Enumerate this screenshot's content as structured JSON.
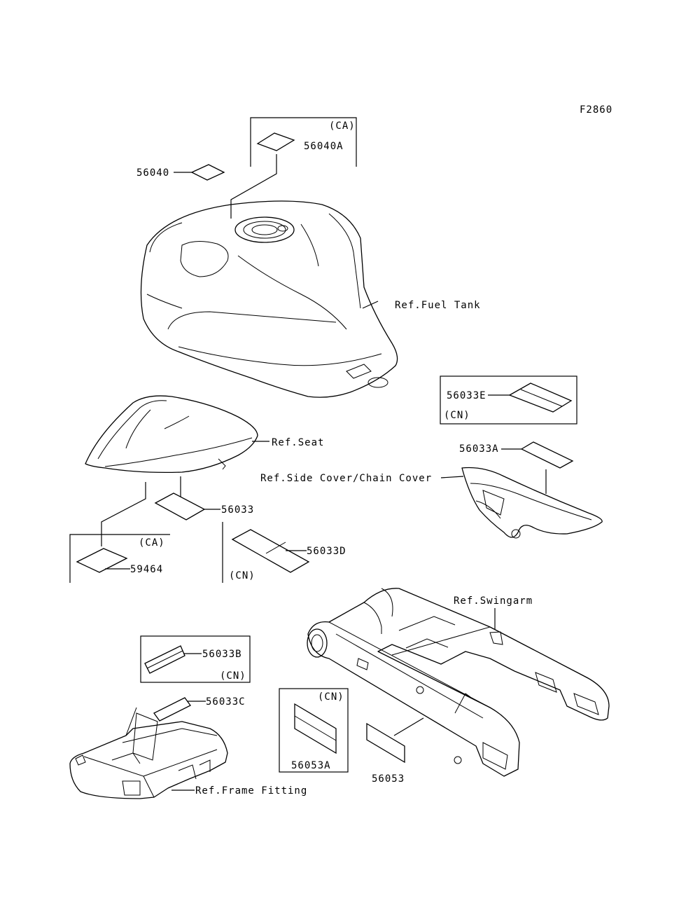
{
  "figure_code": "F2860",
  "labels": {
    "ca_top": "(CA)",
    "p56040A": "56040A",
    "p56040": "56040",
    "ref_fuel_tank": "Ref.Fuel Tank",
    "p56033E": "56033E",
    "cn_e": "(CN)",
    "p56033A": "56033A",
    "ref_seat": "Ref.Seat",
    "ref_side_cover": "Ref.Side Cover/Chain Cover",
    "p56033": "56033",
    "ca_left": "(CA)",
    "p59464": "59464",
    "p56033D": "56033D",
    "cn_d": "(CN)",
    "ref_swingarm": "Ref.Swingarm",
    "p56033B": "56033B",
    "cn_b": "(CN)",
    "p56033C": "56033C",
    "cn_53": "(CN)",
    "p56053A": "56053A",
    "p56053": "56053",
    "ref_frame_fitting": "Ref.Frame Fitting"
  }
}
